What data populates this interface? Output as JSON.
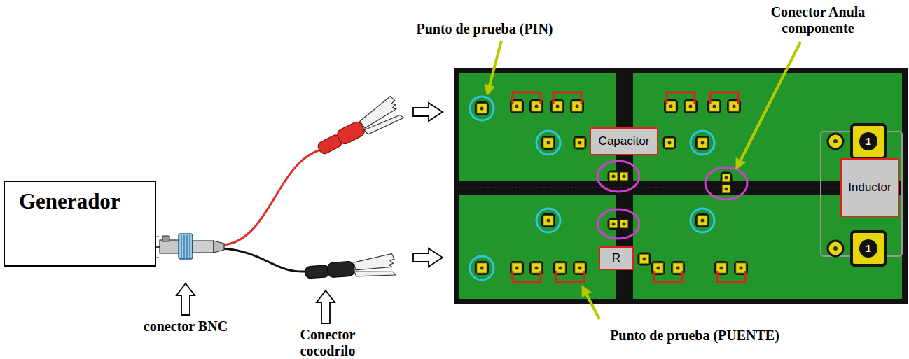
{
  "diagram": {
    "nodes": [
      {
        "text": [
          "Generador"
        ]
      },
      {
        "text": [
          "Capacitor"
        ]
      },
      {
        "text": [
          "R"
        ]
      },
      {
        "text": [
          "Inductor"
        ]
      }
    ],
    "labels": [
      "conector BNC",
      "Conector cocodrilo",
      "Punto de prueba (PIN)",
      "Conector Anula componente",
      "Punto de prueba (PUENTE)",
      "1",
      "1"
    ]
  }
}
